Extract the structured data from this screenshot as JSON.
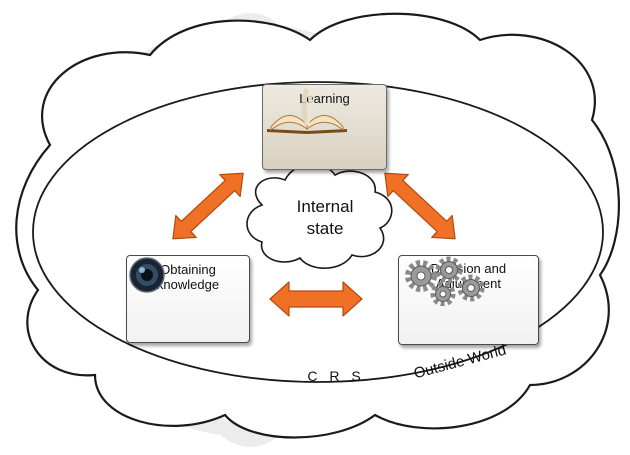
{
  "diagram": {
    "learning": {
      "label": "Learning"
    },
    "obtaining": {
      "label": "Obtaining\nknowledge"
    },
    "decision": {
      "label": "Decision and\nAdjustment"
    },
    "internal_state": {
      "label": "Internal\nstate"
    },
    "crs": {
      "label": "C R S"
    },
    "outside_world": {
      "label": "Outside World"
    }
  },
  "colors": {
    "arrow": "#f07025",
    "arrow_outline": "#b44a10",
    "outline": "#1a1a1a",
    "learning_box": "#ddd6c6"
  },
  "icons": {
    "learning": "open-book-icon",
    "obtaining": "camera-lens-icon",
    "decision": "gears-icon"
  }
}
